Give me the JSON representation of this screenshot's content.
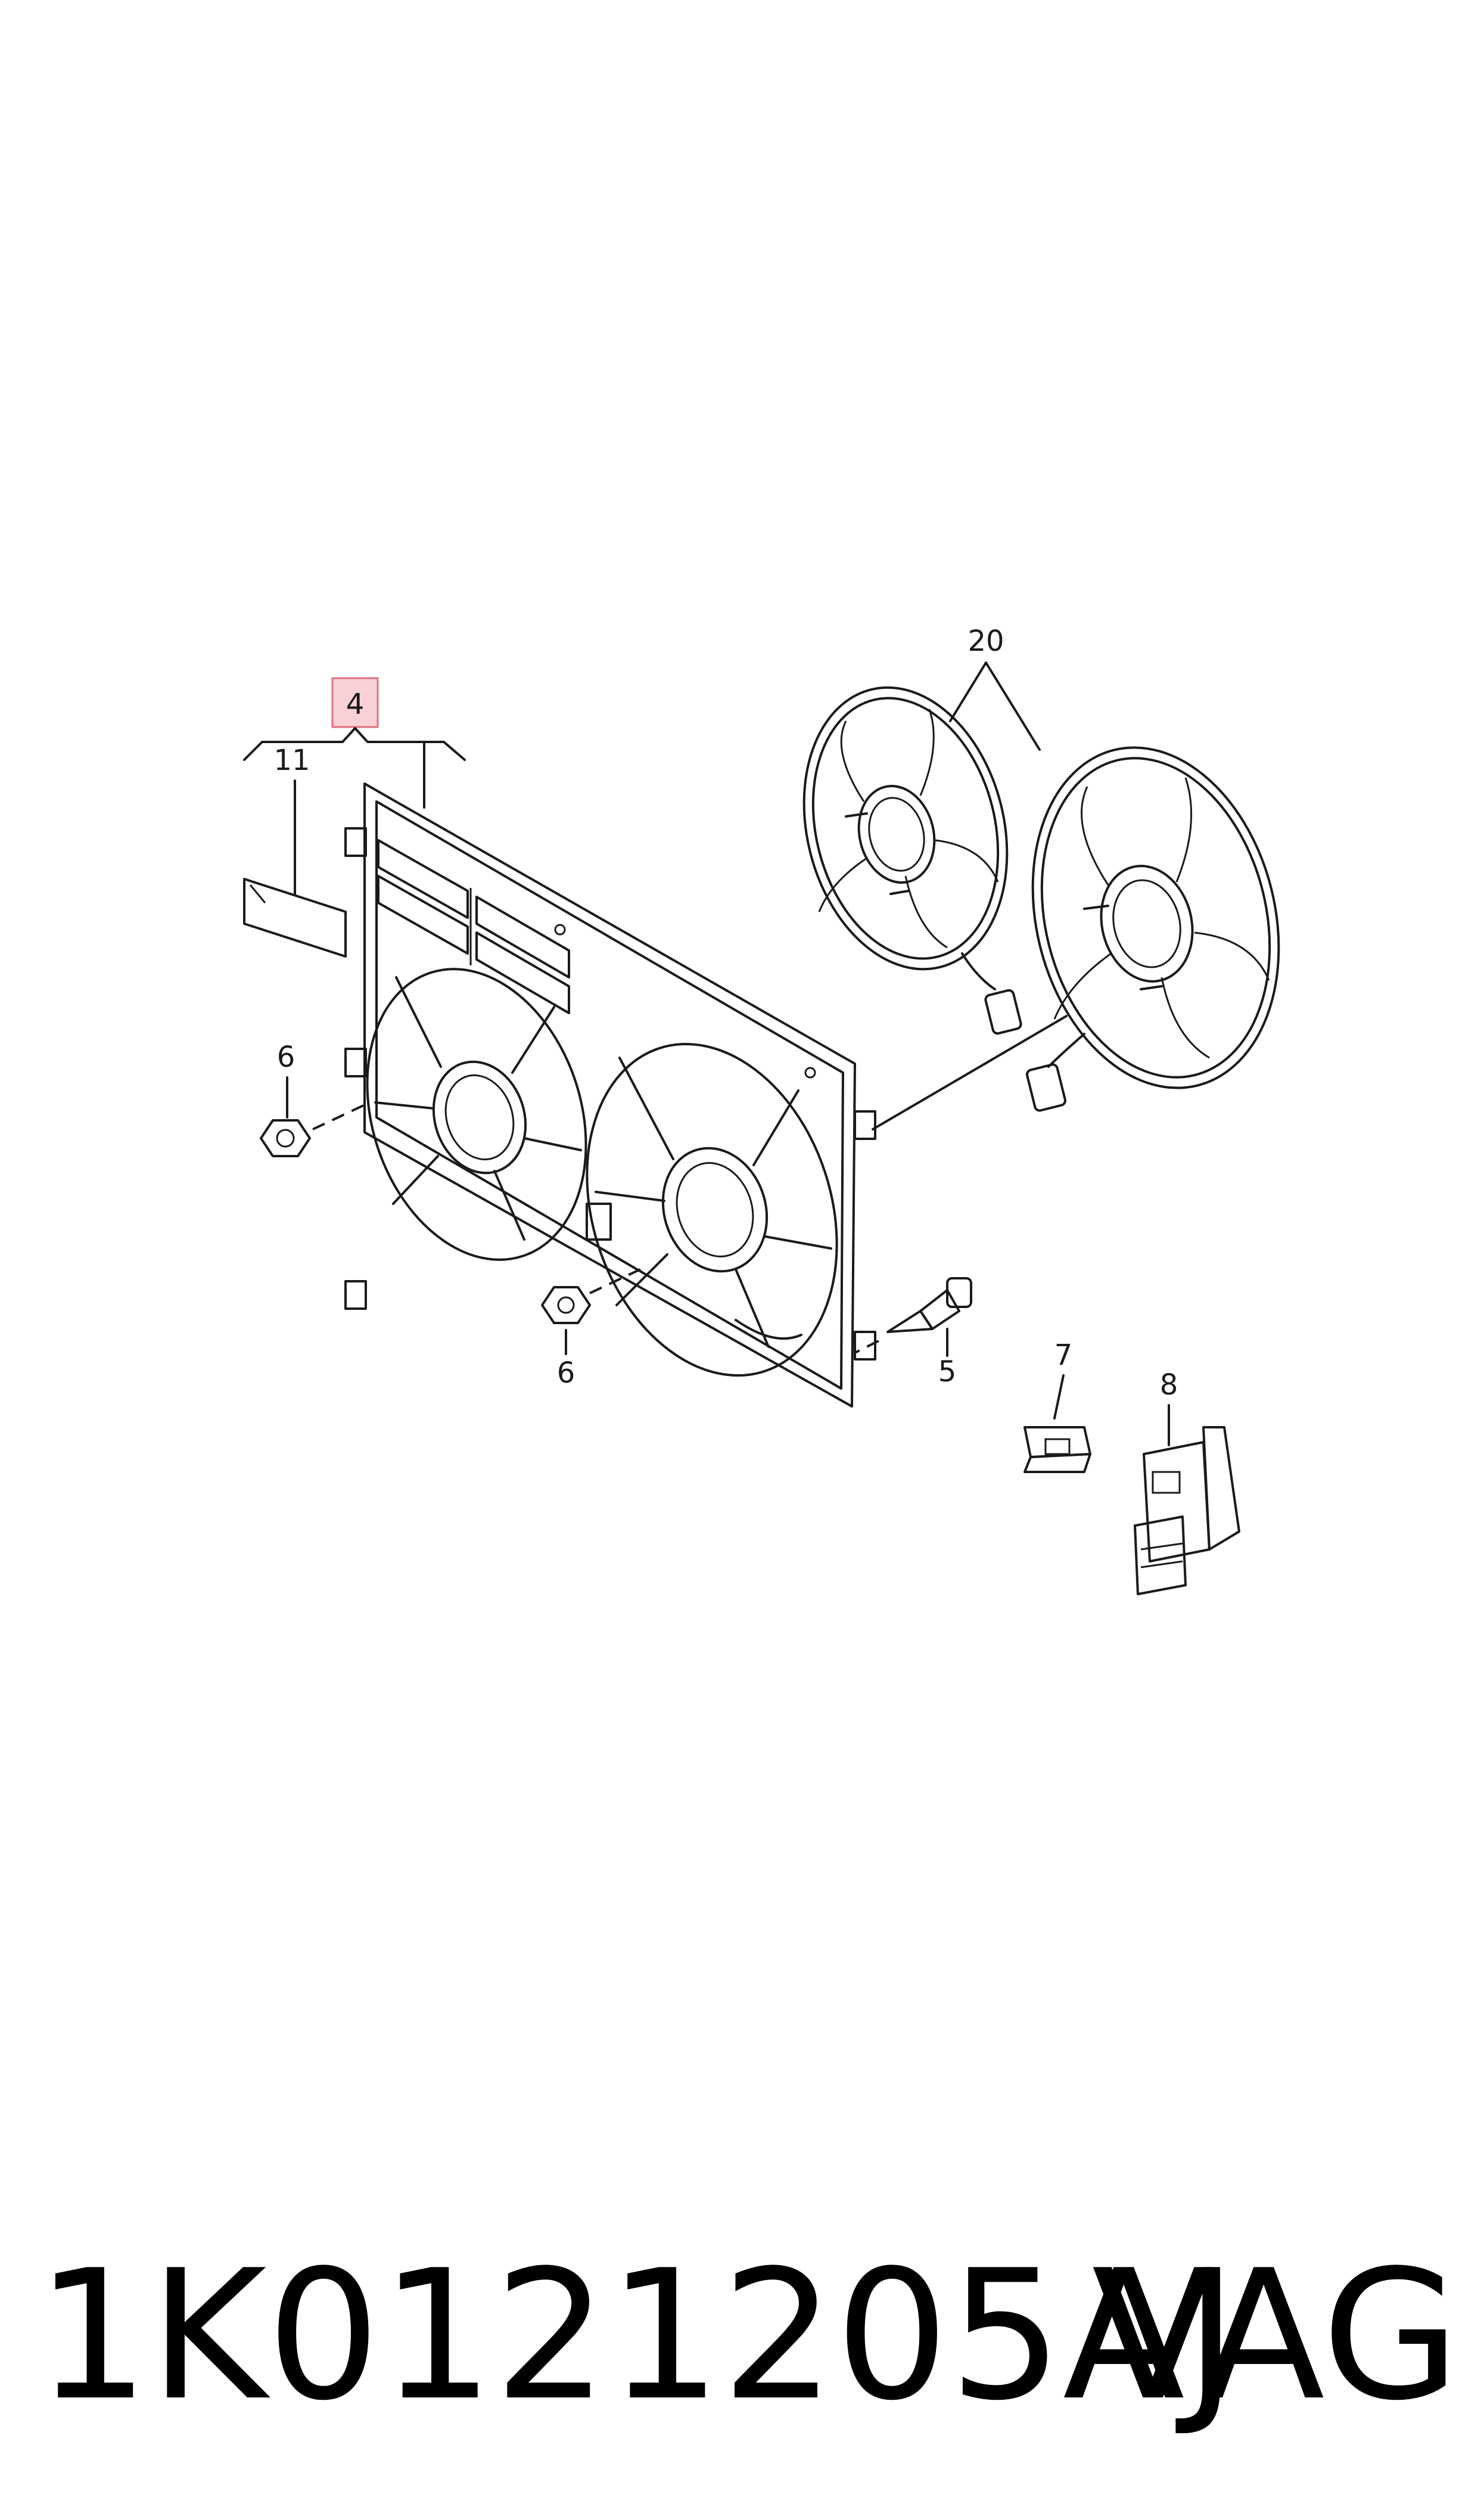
{
  "callouts": {
    "c4": "4",
    "c11": "11",
    "c20": "20",
    "c6a": "6",
    "c6b": "6",
    "c5": "5",
    "c7": "7",
    "c8": "8"
  },
  "highlight_color": "#f9d0d6",
  "highlight_border": "#e0707e",
  "footer": {
    "part_number": "1K0121205AJ",
    "brand": "VAG"
  }
}
